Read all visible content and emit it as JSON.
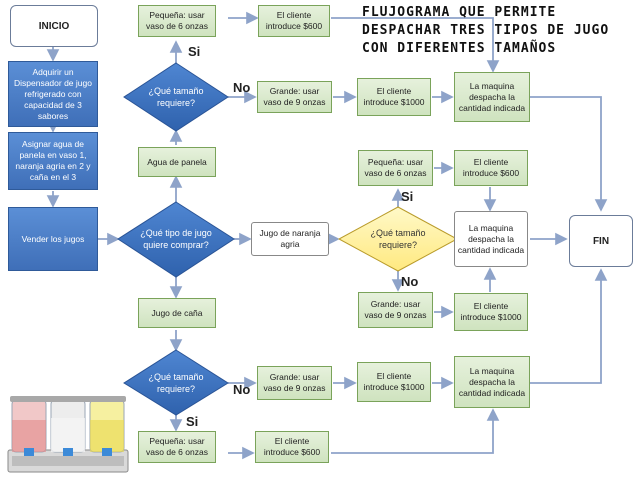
{
  "title": "FLUJOGRAMA QUE PERMITE DESPACHAR TRES TIPOS DE JUGO CON DIFERENTES TAMAÑOS",
  "start_label": "INICIO",
  "end_label": "FIN",
  "steps": {
    "acquire": "Adquirir un Dispensador de jugo refrigerado con capacidad de 3 sabores",
    "assign": "Asignar agua de panela en vaso 1, naranja agria en 2 y caña en el 3",
    "sell": "Vender los jugos"
  },
  "main_decision": "¿Qué tipo de jugo quiere comprar?",
  "branches": {
    "panela": "Agua de panela",
    "naranja": "Jugo de naranja agria",
    "cana": "Jugo de caña"
  },
  "size_question": "¿Qué tamaño requiere?",
  "yes": "Si",
  "no": "No",
  "small": "Pequeña: usar vaso de 6 onzas",
  "large": "Grande: usar vaso de 9 onzas",
  "pay600": "El cliente introduce $600",
  "pay1000": "El cliente introduce $1000",
  "dispense": "La maquina despacha la cantidad indicada",
  "colors": {
    "blue": "#4a7cc7",
    "green_fill": "#dcebd0",
    "decision_yellow": "#fff6b0"
  },
  "icons": {
    "dispenser": "juice-dispenser-image"
  }
}
